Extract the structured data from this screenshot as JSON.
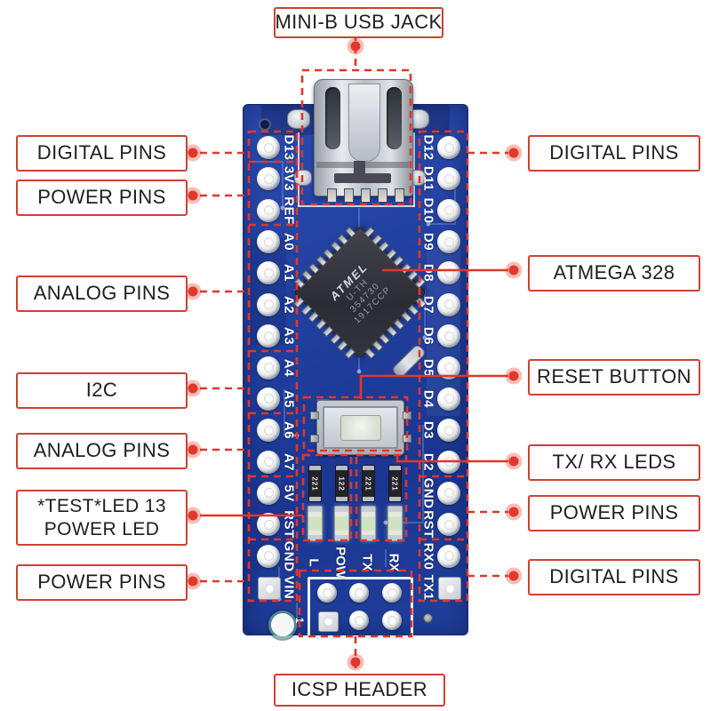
{
  "colors": {
    "board_blue": "#21409f",
    "annotation_red": "#e0372a",
    "box_border_red": "#c94333",
    "box_background": "#ffffff",
    "label_text": "#1e1e1e",
    "silk_white": "#ffffff"
  },
  "callouts": {
    "top": {
      "label": "MINI-B USB JACK"
    },
    "bottom": {
      "label": "ICSP HEADER"
    },
    "left": [
      {
        "label": "DIGITAL PINS"
      },
      {
        "label": "POWER PINS"
      },
      {
        "label": "ANALOG PINS"
      },
      {
        "label": "I2C"
      },
      {
        "label": "ANALOG PINS"
      },
      {
        "label": "*TEST*LED 13",
        "label2": "POWER LED"
      },
      {
        "label": "POWER PINS"
      }
    ],
    "right": [
      {
        "label": "DIGITAL PINS"
      },
      {
        "label": "ATMEGA 328"
      },
      {
        "label": "RESET BUTTON"
      },
      {
        "label": "TX/ RX LEDS"
      },
      {
        "label": "POWER PINS"
      },
      {
        "label": "DIGITAL PINS"
      }
    ]
  },
  "board": {
    "left_pins": [
      "D13",
      "3V3",
      "REF",
      "A0",
      "A1",
      "A2",
      "A3",
      "A4",
      "A5",
      "A6",
      "A7",
      "5V",
      "RST",
      "GND",
      "VIN"
    ],
    "right_pins": [
      "D12",
      "D11",
      "D10",
      "D9",
      "D8",
      "D7",
      "D6",
      "D5",
      "D4",
      "D3",
      "D2",
      "GND",
      "RST",
      "RX0",
      "TX1"
    ],
    "led_labels": [
      "L",
      "POW",
      "TX",
      "RX"
    ],
    "resistor_codes": [
      "221",
      "122",
      "221",
      "221"
    ],
    "chip": {
      "brand": "ATMEL",
      "line1": "U-TH",
      "line2": "354730",
      "line3": "1917CCP"
    },
    "icsp_pin1": "1"
  }
}
